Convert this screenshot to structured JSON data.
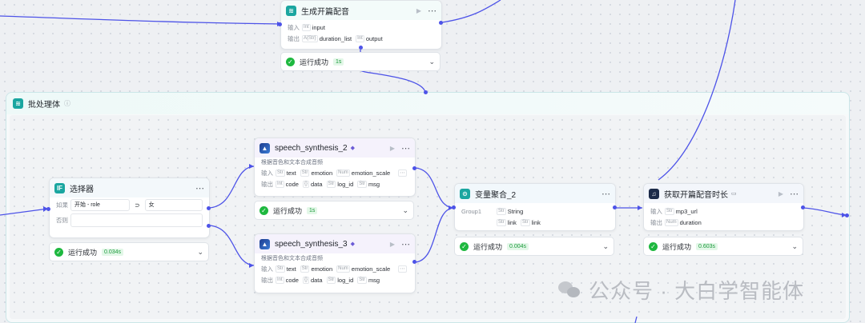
{
  "batch": {
    "title": "批处理体"
  },
  "nodes": {
    "opening": {
      "title": "生成开篇配音",
      "input_label": "输入",
      "input_type": "Int",
      "input_name": "input",
      "output_label": "输出",
      "out1_type": "A{Str}",
      "out1_name": "duration_list",
      "out2_type": "Int",
      "out2_name": "output"
    },
    "selector": {
      "title": "选择器",
      "if_label": "如果",
      "cond_left": "开始 - role",
      "cond_op": "⊃",
      "cond_right": "女",
      "else_label": "否则"
    },
    "ss2": {
      "title": "speech_synthesis_2",
      "desc": "根据音色和文本合成音频",
      "input_label": "输入",
      "in1_type": "Str",
      "in1": "text",
      "in2_type": "Str",
      "in2": "emotion",
      "in3_type": "Num",
      "in3": "emotion_scale",
      "output_label": "输出",
      "out1_type": "Int",
      "out1": "code",
      "out2_type": "{}",
      "out2": "data",
      "out3_type": "Str",
      "out3": "log_id",
      "out4_type": "Str",
      "out4": "msg"
    },
    "ss3": {
      "title": "speech_synthesis_3",
      "desc": "根据音色和文本合成音频",
      "input_label": "输入",
      "in1_type": "Str",
      "in1": "text",
      "in2_type": "Str",
      "in2": "emotion",
      "in3_type": "Num",
      "in3": "emotion_scale",
      "output_label": "输出",
      "out1_type": "Int",
      "out1": "code",
      "out2_type": "{}",
      "out2": "data",
      "out3_type": "Str",
      "out3": "log_id",
      "out4_type": "Str",
      "out4": "msg"
    },
    "merge": {
      "title": "变量聚合_2",
      "group_label": "Group1",
      "g_type": "Str",
      "g_val": "String",
      "l1_type": "Str",
      "l1": "link",
      "l2_type": "Str",
      "l2": "link"
    },
    "getdur": {
      "title": "获取开篇配音时长",
      "input_label": "输入",
      "in_type": "Str",
      "in": "mp3_url",
      "output_label": "输出",
      "out_type": "Num",
      "out": "duration"
    }
  },
  "status": {
    "label": "运行成功",
    "opening_dur": "1s",
    "selector_dur": "0.034s",
    "ss2_dur": "1s",
    "merge_dur": "0.004s",
    "getdur_dur": "0.603s"
  },
  "watermark": {
    "text": "公众号 · 大白学智能体"
  },
  "colors": {
    "wire": "#4d53e8",
    "success": "#1eb83f",
    "accent": "#1aa6a0"
  }
}
